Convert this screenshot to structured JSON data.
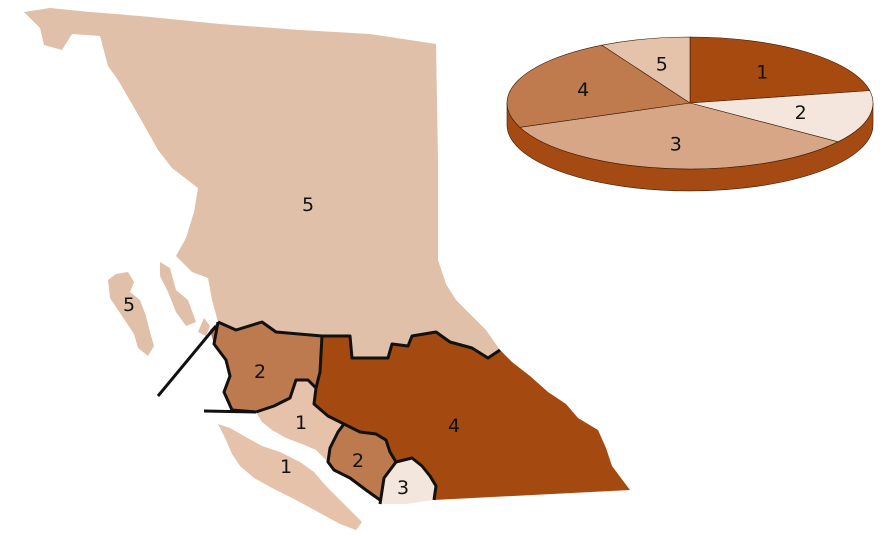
{
  "colors": {
    "zone_1_map": "#e5c2a9",
    "zone_2": "#bd7a4e",
    "zone_3": "#f3e6dc",
    "zone_4": "#a44a10",
    "zone_5": "#e0c0a8",
    "pie_1": "#a64a10",
    "pie_2": "#f4e6dc",
    "pie_3": "#d6a686",
    "pie_4": "#bf7a4e",
    "pie_5": "#e4c3aa",
    "pie_side": "#a44a12",
    "border": "#111111"
  },
  "map": {
    "labels": {
      "north_5": "5",
      "island_5": "5",
      "coast_2": "2",
      "coast_1": "1",
      "island_1": "1",
      "south_2": "2",
      "south_3": "3",
      "east_4": "4"
    }
  },
  "chart_data": {
    "type": "pie",
    "slices": [
      {
        "label": "1",
        "value": 22
      },
      {
        "label": "2",
        "value": 13
      },
      {
        "label": "3",
        "value": 34
      },
      {
        "label": "4",
        "value": 23
      },
      {
        "label": "5",
        "value": 8
      }
    ],
    "start_angle_deg": 90,
    "direction": "clockwise",
    "style": "3d"
  }
}
